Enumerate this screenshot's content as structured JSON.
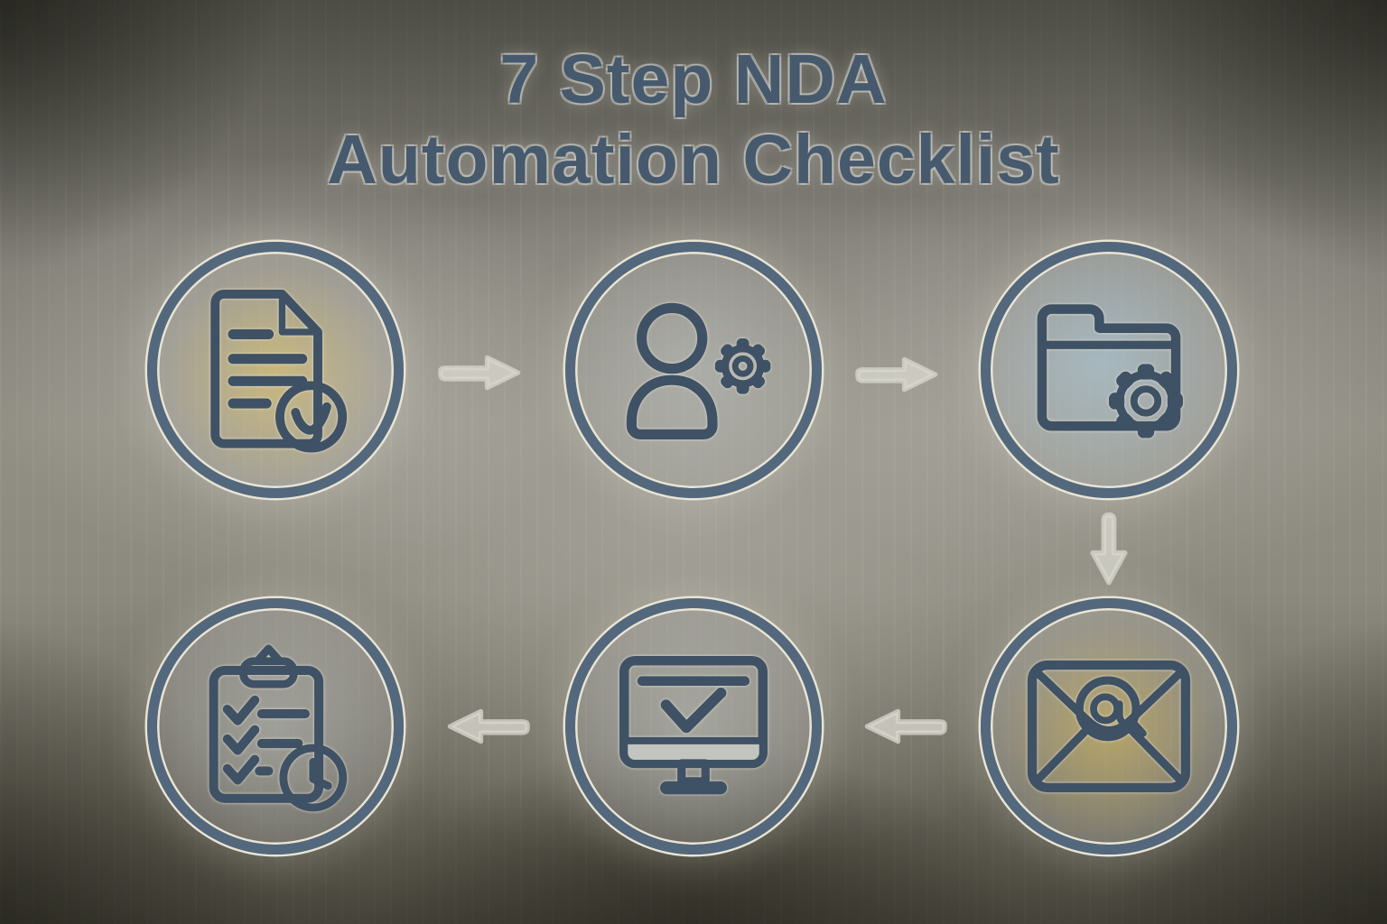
{
  "title": {
    "line1": "7 Step NDA",
    "line2": "Automation Checklist"
  },
  "steps": [
    {
      "order": 1,
      "icon": "document-check-icon",
      "row": "top",
      "position": "left"
    },
    {
      "order": 2,
      "icon": "user-gear-icon",
      "row": "top",
      "position": "center"
    },
    {
      "order": 3,
      "icon": "folder-gear-icon",
      "row": "top",
      "position": "right"
    },
    {
      "order": 4,
      "icon": "envelope-at-icon",
      "row": "bottom",
      "position": "right"
    },
    {
      "order": 5,
      "icon": "monitor-check-icon",
      "row": "bottom",
      "position": "center"
    },
    {
      "order": 6,
      "icon": "clipboard-clock-icon",
      "row": "bottom",
      "position": "left"
    }
  ],
  "flow": {
    "arrows": [
      {
        "name": "arrow-top-1",
        "direction": "right",
        "from": 1,
        "to": 2
      },
      {
        "name": "arrow-top-2",
        "direction": "right",
        "from": 2,
        "to": 3
      },
      {
        "name": "arrow-down",
        "direction": "down",
        "from": 3,
        "to": 4
      },
      {
        "name": "arrow-bottom-1",
        "direction": "left",
        "from": 4,
        "to": 5
      },
      {
        "name": "arrow-bottom-2",
        "direction": "left",
        "from": 5,
        "to": 6
      }
    ]
  },
  "colors": {
    "title": "#475a6d",
    "slate": "#3f5164",
    "ring": "#53687c",
    "cream": "#e9e4d5",
    "yellow": "#f6cf4b",
    "blue": "#a6cee3",
    "lightgray": "#c7cbc5",
    "white": "#fcfaf2",
    "band": "#c2c5bf",
    "gearbody": "#6d7d8b",
    "gearhole": "#a7aeac",
    "arrow": "#d7d6cd"
  }
}
